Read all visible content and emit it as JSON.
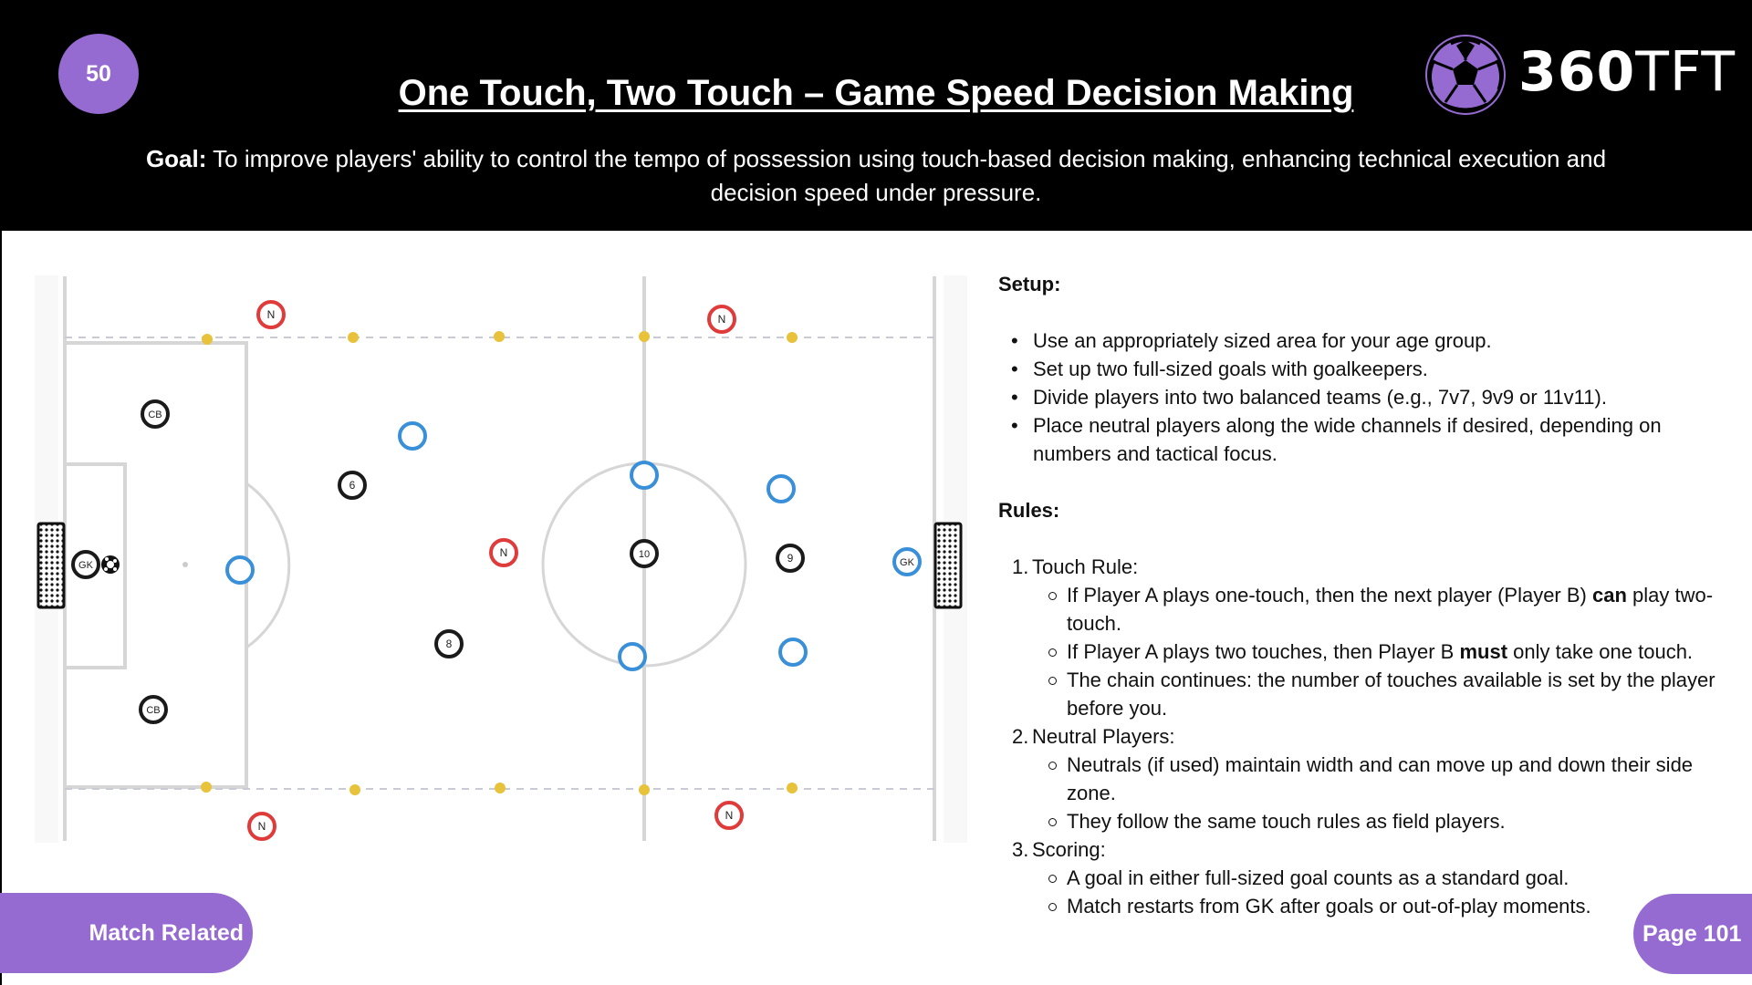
{
  "header": {
    "drill_number": "50",
    "title": "One Touch, Two Touch – Game Speed Decision Making",
    "goal_label": "Goal:",
    "goal_text": "To improve players' ability to control the tempo of possession using touch-based decision making, enhancing technical execution and decision speed under pressure.",
    "logo": {
      "icon": "soccer-ball-icon",
      "text_bold": "360",
      "text_light": "TFT",
      "accent": "#956ad1"
    }
  },
  "diagram": {
    "description": "Full pitch with two goals, goalkeepers, black team, blue team, red neutral players in wide channels, yellow cones along channel lines",
    "colors": {
      "black_team": "#1a1a1a",
      "blue_team": "#3a8fd9",
      "neutral": "#e03b3b",
      "cone": "#e8c23a",
      "lines": "#d6d6d6"
    },
    "black_players": [
      {
        "label": "GK"
      },
      {
        "label": "CB"
      },
      {
        "label": "CB"
      },
      {
        "label": "6"
      },
      {
        "label": "8"
      },
      {
        "label": "10"
      },
      {
        "label": "9"
      }
    ],
    "blue_players": [
      {
        "label": "GK"
      },
      {
        "label": ""
      },
      {
        "label": ""
      },
      {
        "label": ""
      },
      {
        "label": ""
      },
      {
        "label": ""
      },
      {
        "label": ""
      }
    ],
    "neutral_players": [
      {
        "label": "N"
      },
      {
        "label": "N"
      },
      {
        "label": "N"
      },
      {
        "label": "N"
      },
      {
        "label": "N"
      }
    ]
  },
  "setup": {
    "heading": "Setup:",
    "items": [
      "Use an appropriately sized area for your age group.",
      "Set up two full-sized goals with goalkeepers.",
      "Divide players into two balanced teams (e.g., 7v7, 9v9 or 11v11).",
      "Place neutral players along the wide channels if desired, depending on numbers and tactical focus."
    ]
  },
  "rules": {
    "heading": "Rules:",
    "items": [
      {
        "num": "1.",
        "title": "Touch Rule:",
        "sub": [
          {
            "pre": "If Player A plays one-touch, then the next player (Player B) ",
            "bold": "can",
            "post": " play two-touch."
          },
          {
            "pre": "If Player A plays two touches, then Player B ",
            "bold": "must",
            "post": " only take one touch."
          },
          {
            "pre": "The chain continues: the number of touches available is set by the player before you.",
            "bold": "",
            "post": ""
          }
        ]
      },
      {
        "num": "2.",
        "title": "Neutral Players:",
        "sub": [
          {
            "pre": "Neutrals (if used) maintain width and can move up and down their side zone.",
            "bold": "",
            "post": ""
          },
          {
            "pre": "They follow the same touch rules as field players.",
            "bold": "",
            "post": ""
          }
        ]
      },
      {
        "num": "3.",
        "title": "Scoring:",
        "sub": [
          {
            "pre": "A goal in either full-sized goal counts as a standard goal.",
            "bold": "",
            "post": ""
          },
          {
            "pre": "Match restarts from GK after goals or out-of-play moments.",
            "bold": "",
            "post": ""
          }
        ]
      }
    ]
  },
  "footer": {
    "category": "Match Related",
    "page": "Page 101"
  }
}
